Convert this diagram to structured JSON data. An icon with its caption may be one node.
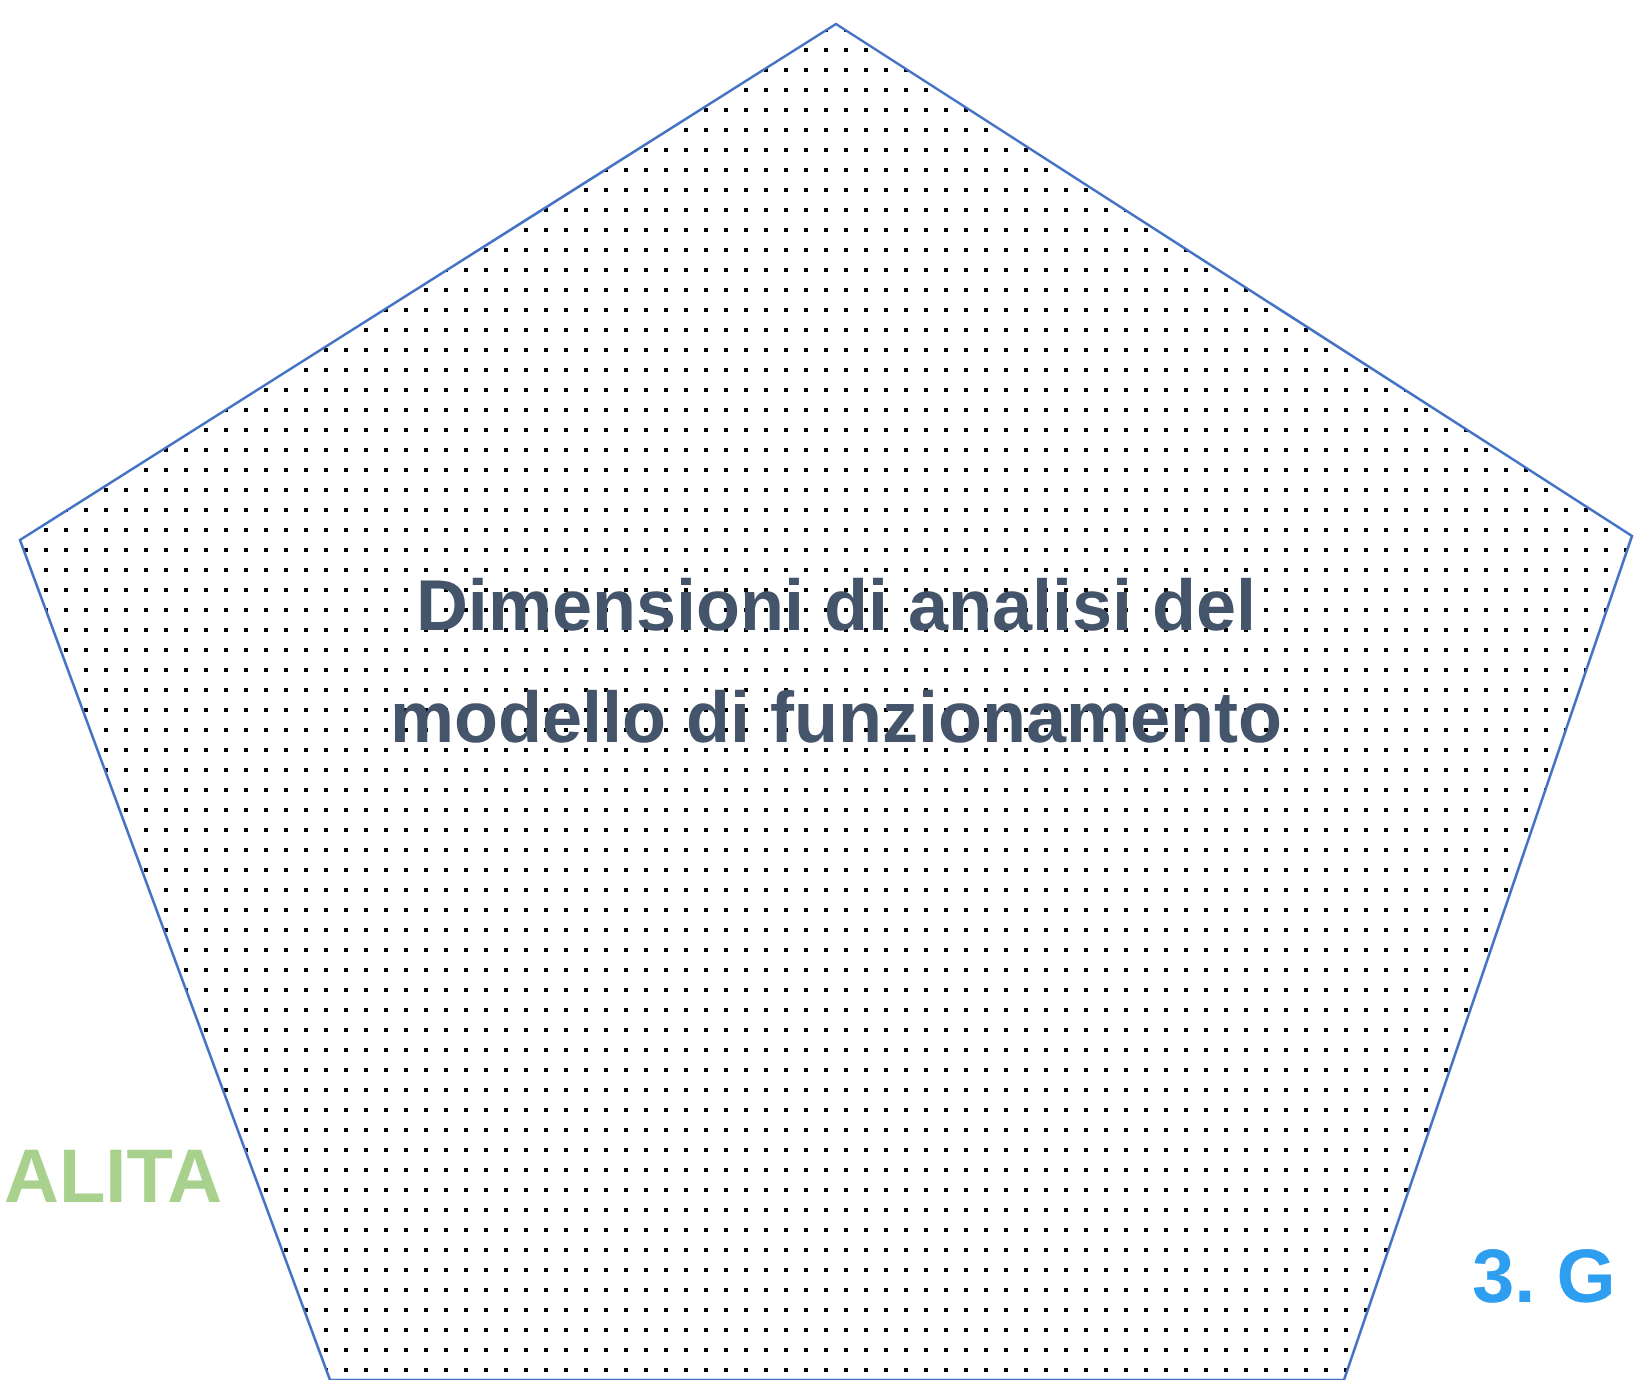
{
  "diagram": {
    "nodes": [
      {
        "text": [
          "Dimensioni di analisi del modello di funzionamento"
        ]
      }
    ],
    "labels": [
      "ALITA",
      "3. G"
    ]
  }
}
